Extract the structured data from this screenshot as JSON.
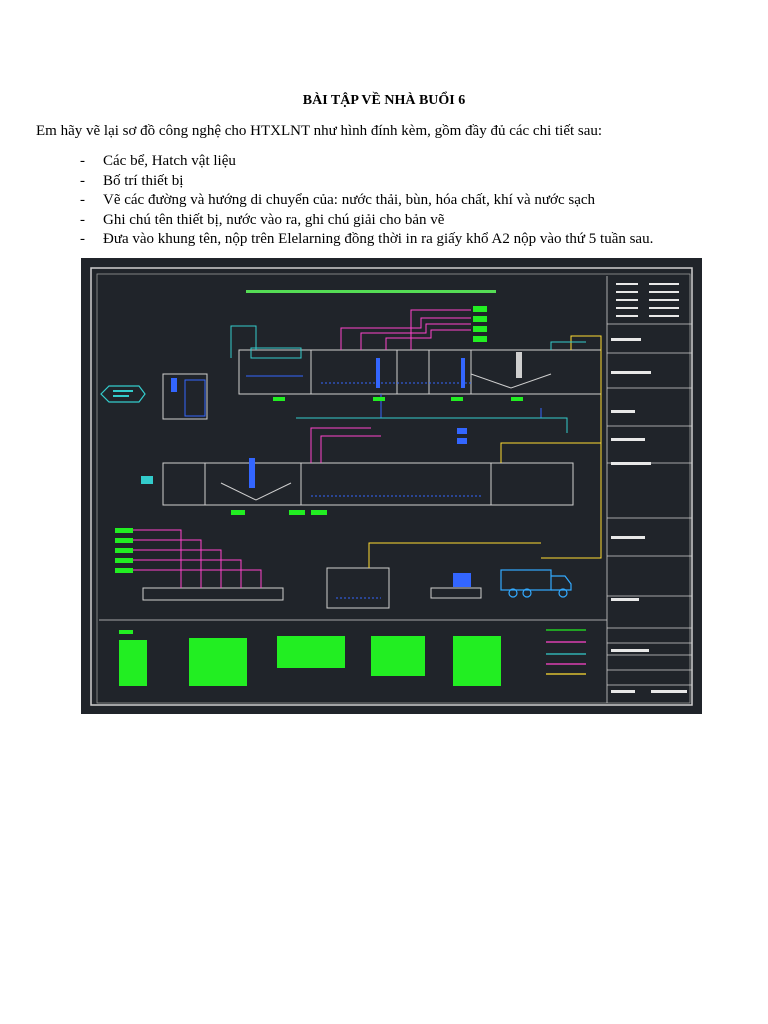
{
  "document": {
    "title": "BÀI TẬP VỀ NHÀ BUỔI 6",
    "intro": "Em hãy vẽ lại sơ đồ công nghệ cho HTXLNT như hình đính kèm, gồm đầy đủ các chi tiết sau:",
    "bullet_marker": "-",
    "items": [
      "Các bể, Hatch vật liệu",
      "Bố trí thiết bị",
      "Vẽ các đường và hướng di chuyển của: nước thải, bùn, hóa chất, khí và nước sạch",
      "Ghi chú tên thiết bị, nước vào ra, ghi chú giải cho bản vẽ",
      "Đưa vào khung tên, nộp trên Elelarning đồng thời in ra giấy khổ A2 nộp vào thứ 5 tuần sau."
    ]
  },
  "drawing": {
    "background": "#20242a",
    "colors": {
      "line": "#c9c9c9",
      "label": "#22ee22",
      "pipe_magenta": "#ff44cc",
      "pipe_cyan": "#33cccc",
      "pipe_blue": "#3366ff",
      "pipe_yellow": "#ffdd33"
    }
  }
}
